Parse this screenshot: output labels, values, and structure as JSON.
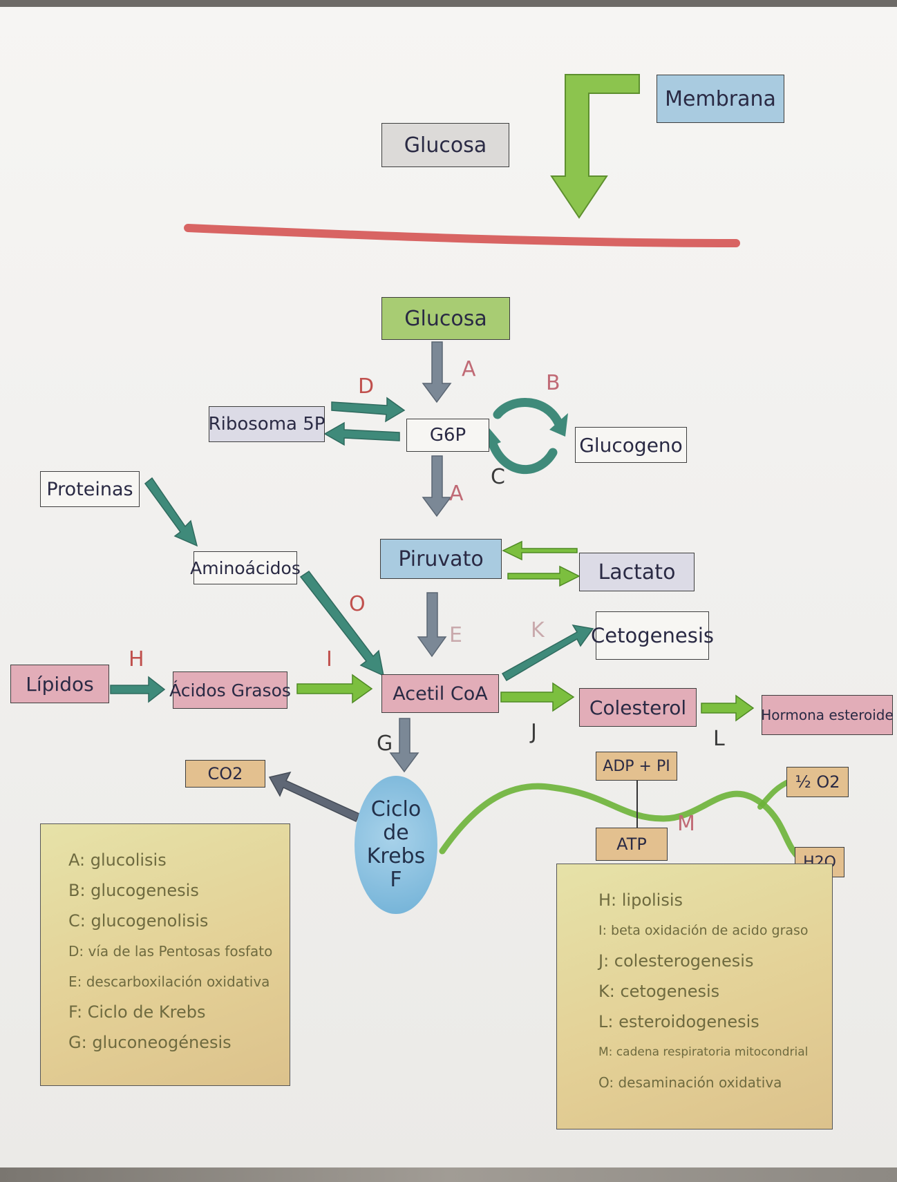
{
  "boxes": {
    "membrana": "Membrana",
    "glucosa_top": "Glucosa",
    "glucosa": "Glucosa",
    "g6p": "G6P",
    "ribosoma": "Ribosoma 5P",
    "glucogeno": "Glucogeno",
    "proteinas": "Proteinas",
    "aminoacidos": "Aminoácidos",
    "piruvato": "Piruvato",
    "lactato": "Lactato",
    "cetogenesis": "Cetogenesis",
    "lipidos": "Lípidos",
    "acidos_grasos": "Ácidos Grasos",
    "acetil_coa": "Acetil CoA",
    "colesterol": "Colesterol",
    "hormona": "Hormona esteroide",
    "co2": "CO2",
    "adp": "ADP + PI",
    "atp": "ATP",
    "o2": "½ O2",
    "h2o": "H2O"
  },
  "krebs": {
    "line1": "Ciclo",
    "line2": "de",
    "line3": "Krebs",
    "line4": "F"
  },
  "letters": {
    "A1": "A",
    "A2": "A",
    "B": "B",
    "C": "C",
    "D": "D",
    "E": "E",
    "G": "G",
    "H": "H",
    "I": "I",
    "J": "J",
    "K": "K",
    "L": "L",
    "M": "M",
    "O": "O"
  },
  "legend_left": [
    "A: glucolisis",
    "B: glucogenesis",
    "C: glucogenolisis",
    "D: vía de las Pentosas fosfato",
    "E: descarboxilación oxidativa",
    "F: Ciclo de Krebs",
    "G: gluconeogénesis"
  ],
  "legend_right": [
    "H: lipolisis",
    "I: beta oxidación de acido graso",
    "J: colesterogenesis",
    "K: cetogenesis",
    "L: esteroidogenesis",
    "M: cadena respiratoria mitocondrial",
    "O: desaminación oxidativa"
  ],
  "colors": {
    "membrane": "#d24a4a",
    "green_arrow": "#7cbf3f",
    "teal_arrow": "#3f8a7a",
    "gray_arrow": "#7b8896",
    "letter_red": "#c0504d",
    "letter_dark": "#3a3a3a"
  }
}
